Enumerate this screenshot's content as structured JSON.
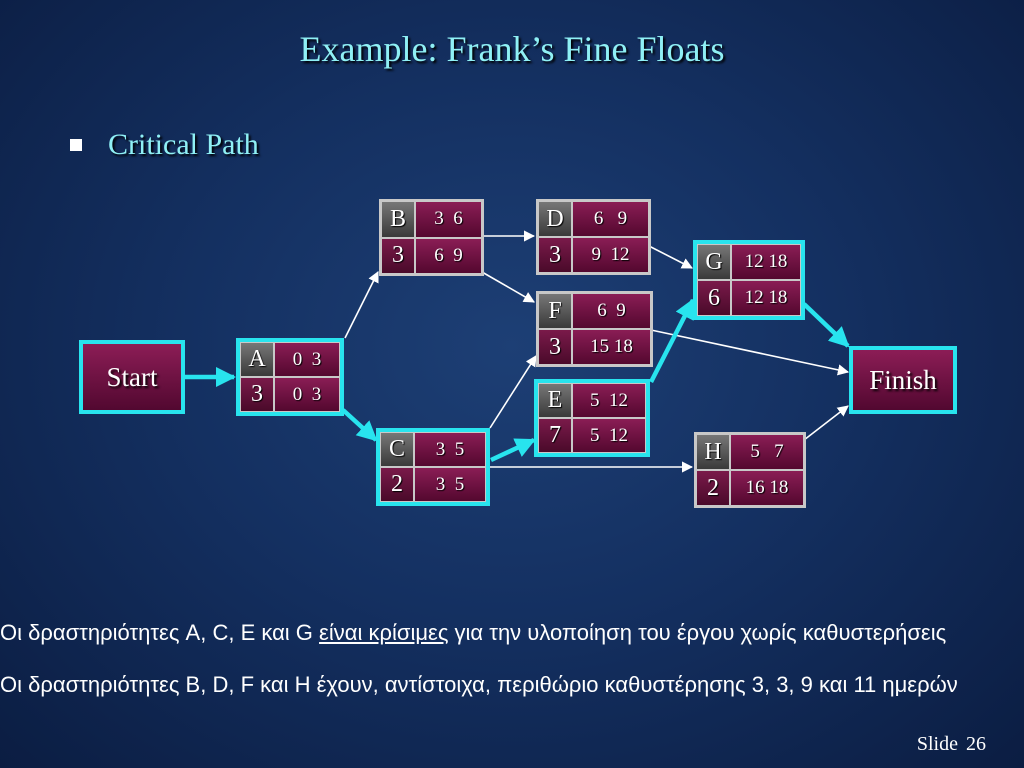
{
  "slide": {
    "title": "Example:  Frank’s Fine Floats",
    "bullet": "Critical Path",
    "note1": {
      "pre": "Οι δραστηριότητες A, C, E και G ",
      "emph": "είναι κρίσιμες",
      "post": " για την υλοποίηση του έργου χωρίς καθυστερήσεις"
    },
    "note2": "Οι δραστηριότητες B, D, F και H έχουν, αντίστοιχα, περιθώριο καθυστέρησης 3, 3, 9 και 11 ημερών",
    "footer_label": "Slide",
    "footer_number": "26"
  },
  "network": {
    "start_label": "Start",
    "finish_label": "Finish",
    "critical_color": "#28e4ee",
    "normal_color": "#ffffff",
    "activities": [
      {
        "id": "A",
        "duration": "3",
        "es_ef": "0  3",
        "ls_lf": "0  3",
        "critical": true
      },
      {
        "id": "B",
        "duration": "3",
        "es_ef": "3  6",
        "ls_lf": "6  9",
        "critical": false
      },
      {
        "id": "C",
        "duration": "2",
        "es_ef": "3  5",
        "ls_lf": "3  5",
        "critical": true
      },
      {
        "id": "D",
        "duration": "3",
        "es_ef": "6   9",
        "ls_lf": "9  12",
        "critical": false
      },
      {
        "id": "E",
        "duration": "7",
        "es_ef": "5  12",
        "ls_lf": "5  12",
        "critical": true
      },
      {
        "id": "F",
        "duration": "3",
        "es_ef": "6  9",
        "ls_lf": "15 18",
        "critical": false
      },
      {
        "id": "G",
        "duration": "6",
        "es_ef": "12 18",
        "ls_lf": "12 18",
        "critical": true
      },
      {
        "id": "H",
        "duration": "2",
        "es_ef": "5   7",
        "ls_lf": "16 18",
        "critical": false
      }
    ]
  }
}
